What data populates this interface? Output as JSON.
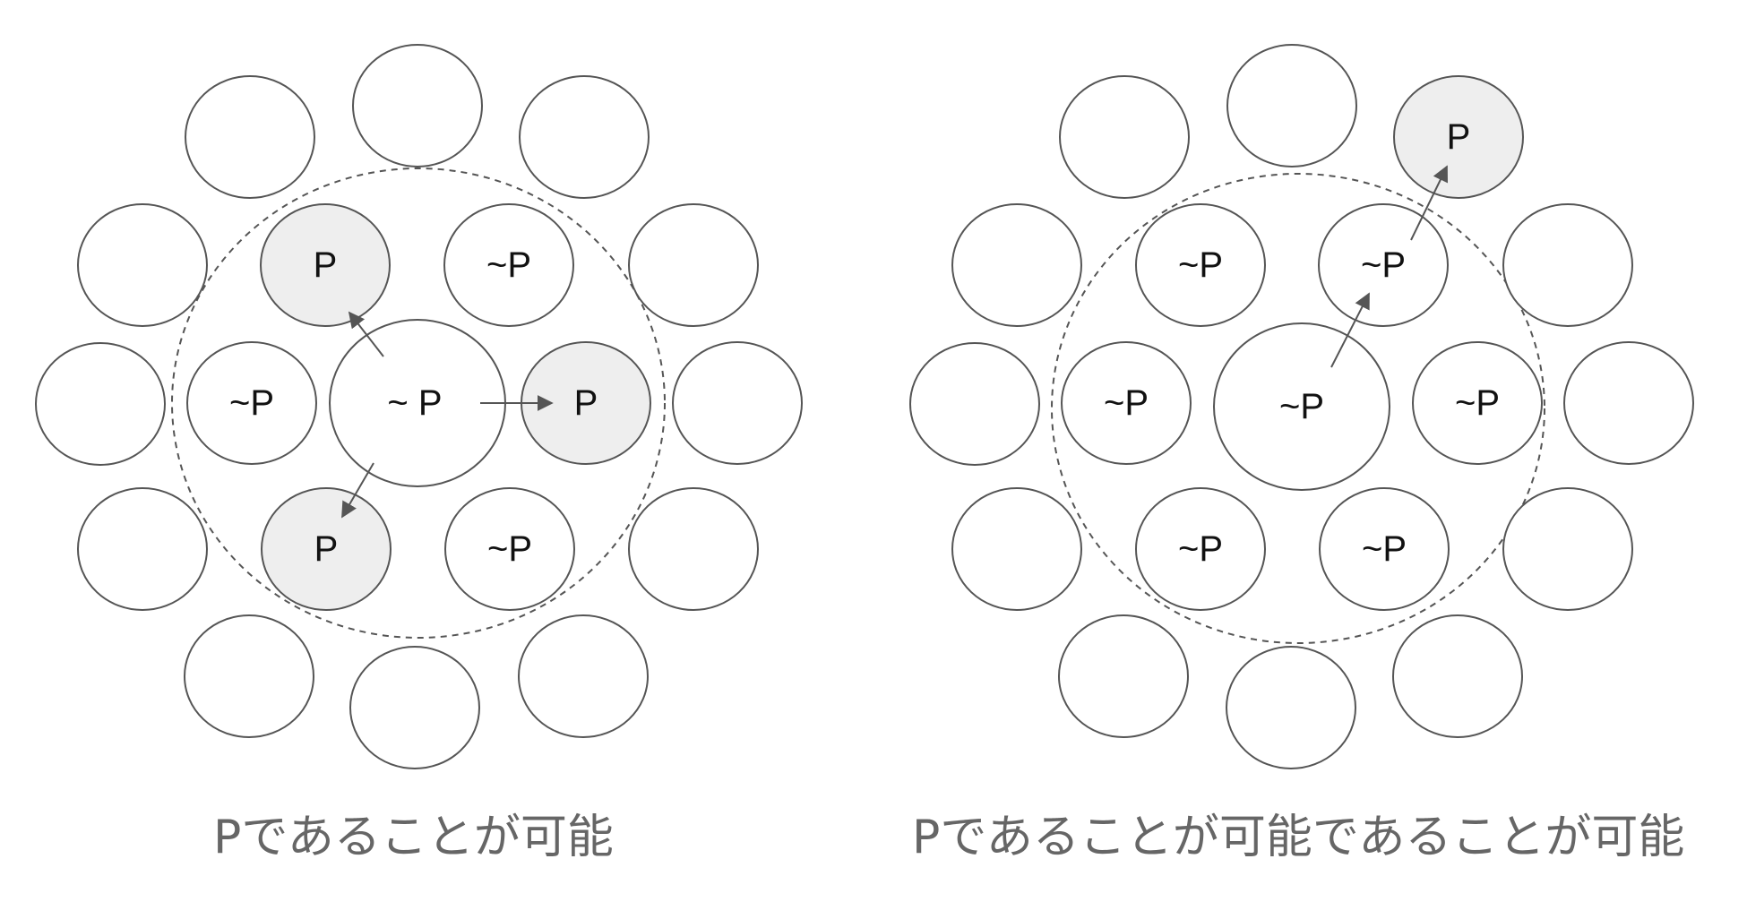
{
  "colors": {
    "stroke": "#555555",
    "highlight_fill": "#eeeeee",
    "plain_fill": "#ffffff",
    "dashed": "#555555",
    "caption": "#666666"
  },
  "left_diagram": {
    "caption": "Pであることが可能",
    "center_label": "~ P",
    "inner_labels": [
      "P",
      "~P",
      "~P",
      "P",
      "P",
      "~P"
    ],
    "highlighted": [
      true,
      false,
      false,
      true,
      true,
      false
    ]
  },
  "right_diagram": {
    "caption": "Pであることが可能であることが可能",
    "center_label": "~P",
    "inner_labels": [
      "~P",
      "~P",
      "~P",
      "~P",
      "~P",
      "~P"
    ],
    "outer_highlight_label": "P"
  }
}
